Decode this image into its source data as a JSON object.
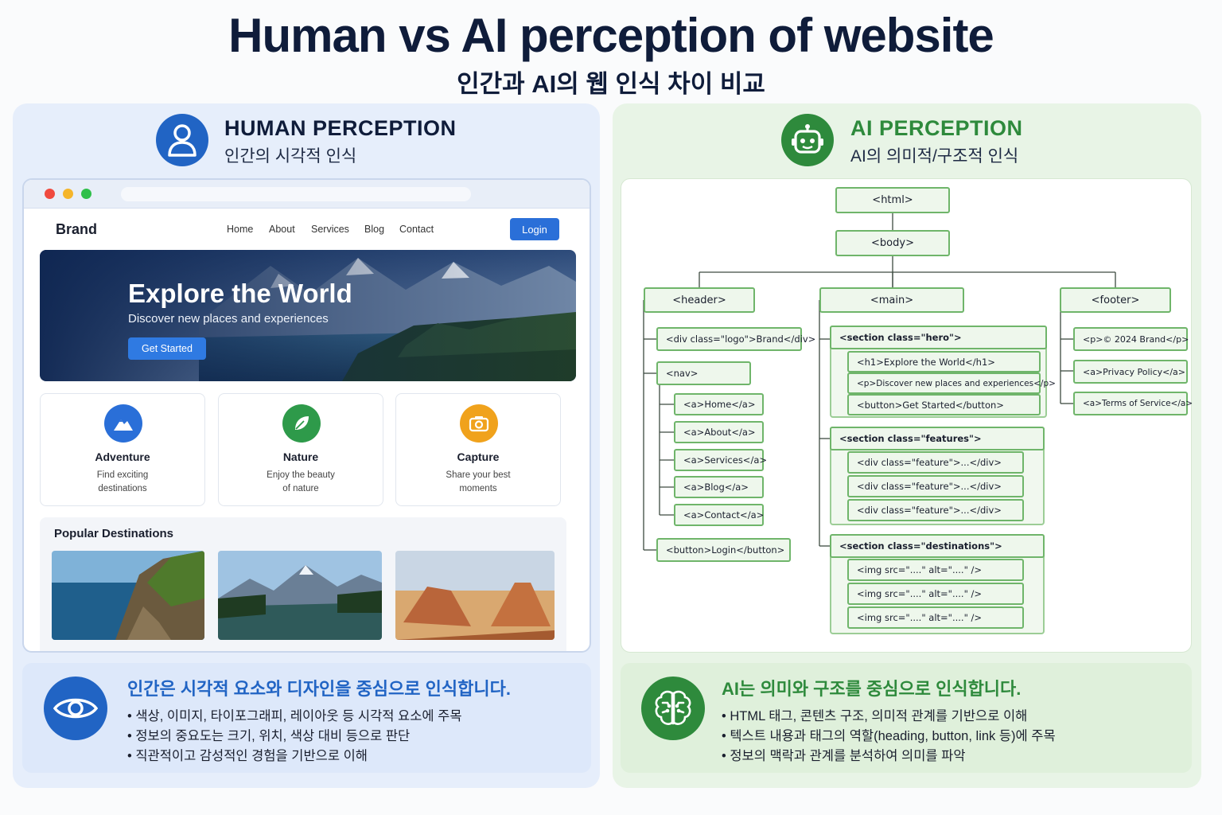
{
  "title": "Human vs AI perception of website",
  "subtitle": "인간과 AI의 웹 인식 차이 비교",
  "colors": {
    "human_accent": "#2164c4",
    "ai_accent": "#2e8a3c",
    "human_bg": "#e6eefb",
    "ai_bg": "#e8f4e6"
  },
  "human": {
    "icon": "person-icon",
    "title": "HUMAN PERCEPTION",
    "subtitle": "인간의 시각적 인식",
    "site": {
      "brand": "Brand",
      "nav": [
        "Home",
        "About",
        "Services",
        "Blog",
        "Contact"
      ],
      "login": "Login",
      "hero_title": "Explore the World",
      "hero_sub": "Discover new places and experiences",
      "hero_button": "Get Started",
      "features": [
        {
          "icon": "mountain-icon",
          "title": "Adventure",
          "desc": [
            "Find exciting",
            "destinations"
          ]
        },
        {
          "icon": "leaf-icon",
          "title": "Nature",
          "desc": [
            "Enjoy the beauty",
            "of nature"
          ]
        },
        {
          "icon": "camera-icon",
          "title": "Capture",
          "desc": [
            "Share your best",
            "moments"
          ]
        }
      ],
      "destinations_title": "Popular Destinations"
    },
    "summary_title": "인간은 시각적 요소와 디자인을 중심으로 인식합니다.",
    "summary_items": [
      "• 색상, 이미지, 타이포그래피, 레이아웃 등 시각적 요소에 주목",
      "• 정보의 중요도는 크기, 위치, 색상 대비 등으로 판단",
      "• 직관적이고 감성적인 경험을 기반으로 이해"
    ],
    "summary_icon": "eye-icon"
  },
  "ai": {
    "icon": "robot-icon",
    "title": "AI PERCEPTION",
    "subtitle": "AI의 의미적/구조적 인식",
    "tree": {
      "html": "<html>",
      "body": "<body>",
      "header": "<header>",
      "main": "<main>",
      "footer": "<footer>",
      "header_children": [
        "<div class=\"logo\">Brand</div>",
        "<nav>",
        "<button>Login</button>"
      ],
      "nav_links": [
        "<a>Home</a>",
        "<a>About</a>",
        "<a>Services</a>",
        "<a>Blog</a>",
        "<a>Contact</a>"
      ],
      "hero": "<section class=\"hero\">",
      "hero_children": [
        "<h1>Explore the World</h1>",
        "<p>Discover new places and experiences</p>",
        "<button>Get Started</button>"
      ],
      "features": "<section class=\"features\">",
      "features_children": [
        "<div class=\"feature\">...</div>",
        "<div class=\"feature\">...</div>",
        "<div class=\"feature\">...</div>"
      ],
      "destinations": "<section class=\"destinations\">",
      "destinations_children": [
        "<img src=\"....\" alt=\"....\" />",
        "<img src=\"....\" alt=\"....\" />",
        "<img src=\"....\" alt=\"....\" />"
      ],
      "footer_children": [
        "<p>© 2024 Brand</p>",
        "<a>Privacy Policy</a>",
        "<a>Terms of Service</a>"
      ]
    },
    "summary_title": "AI는 의미와 구조를 중심으로 인식합니다.",
    "summary_items": [
      "• HTML 태그, 콘텐츠 구조, 의미적 관계를 기반으로 이해",
      "• 텍스트 내용과 태그의 역할(heading, button, link 등)에 주목",
      "• 정보의 맥락과 관계를 분석하여 의미를 파악"
    ],
    "summary_icon": "brain-icon"
  }
}
